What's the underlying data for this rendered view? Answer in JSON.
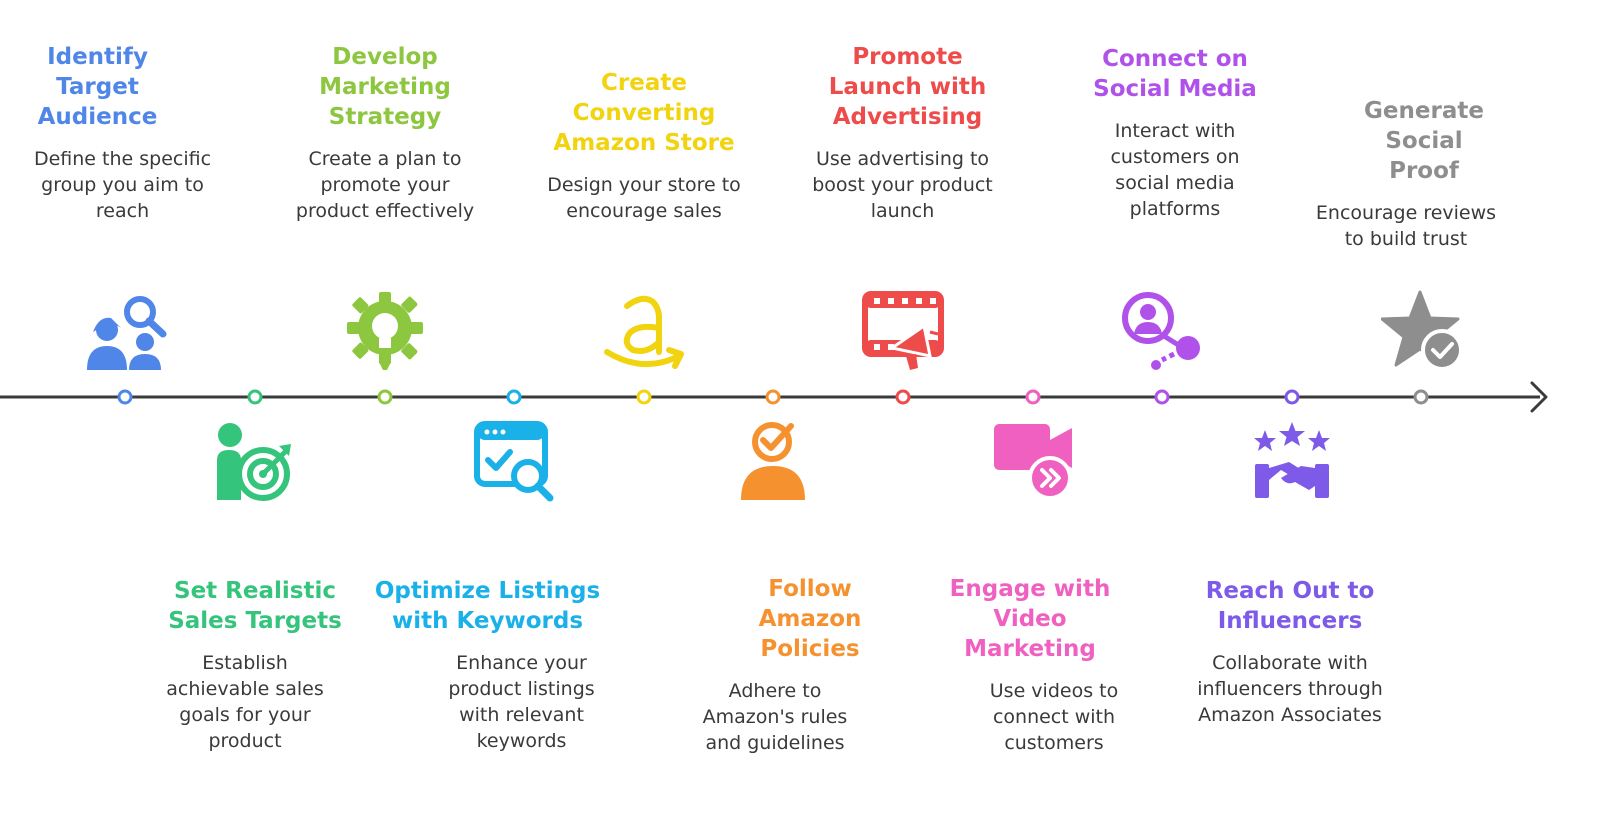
{
  "steps": [
    {
      "id": "identify",
      "title": "Identify Target Audience",
      "desc": "Define the specific group you aim to reach",
      "color": "#4f86e8",
      "icon": "audience-search-icon"
    },
    {
      "id": "targets",
      "title": "Set Realistic Sales Targets",
      "desc": "Establish achievable sales goals for your product",
      "color": "#35c47c",
      "icon": "person-target-icon"
    },
    {
      "id": "strategy",
      "title": "Develop Marketing Strategy",
      "desc": "Create a plan to promote your product effectively",
      "color": "#8dc63f",
      "icon": "gear-bulb-icon"
    },
    {
      "id": "keywords",
      "title": "Optimize Listings with Keywords",
      "desc": "Enhance your product listings with relevant keywords",
      "color": "#1ab0e8",
      "icon": "browser-search-icon"
    },
    {
      "id": "store",
      "title": "Create Converting Amazon Store",
      "desc": "Design your store to encourage sales",
      "color": "#f2d30f",
      "icon": "amazon-logo-icon"
    },
    {
      "id": "policies",
      "title": "Follow Amazon Policies",
      "desc": "Adhere to Amazon's rules and guidelines",
      "color": "#f5922f",
      "icon": "person-check-icon"
    },
    {
      "id": "advertising",
      "title": "Promote Launch with Advertising",
      "desc": "Use advertising to boost your product launch",
      "color": "#ee4b4b",
      "icon": "video-megaphone-icon"
    },
    {
      "id": "video",
      "title": "Engage with Video Marketing",
      "desc": "Use videos to connect with customers",
      "color": "#f060c0",
      "icon": "video-camera-icon"
    },
    {
      "id": "social",
      "title": "Connect on Social Media",
      "desc": "Interact with customers on social media platforms",
      "color": "#b052ea",
      "icon": "social-network-icon"
    },
    {
      "id": "influencers",
      "title": "Reach Out to Influencers",
      "desc": "Collaborate with influencers through Amazon Associates",
      "color": "#7d5ae8",
      "icon": "stars-handshake-icon"
    },
    {
      "id": "proof",
      "title": "Generate Social Proof",
      "desc": "Encourage reviews to build trust",
      "color": "#8e8e8e",
      "icon": "star-check-icon"
    }
  ]
}
